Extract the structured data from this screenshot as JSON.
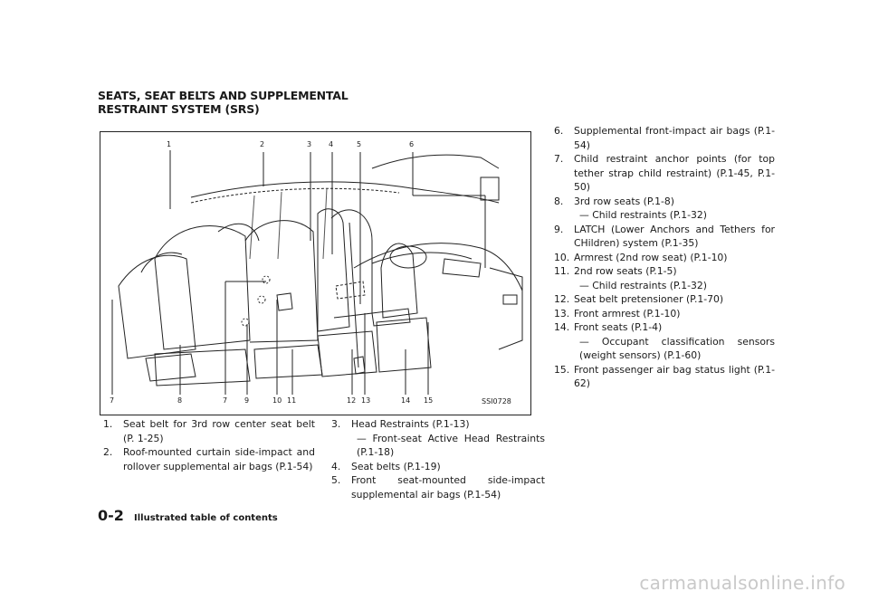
{
  "heading": {
    "line1": "SEATS, SEAT BELTS AND SUPPLEMENTAL",
    "line2": "RESTRAINT SYSTEM (SRS)"
  },
  "figure": {
    "code": "SSI0728",
    "top_callouts": [
      "1",
      "2",
      "3",
      "4",
      "5",
      "6"
    ],
    "bottom_callouts": [
      "7",
      "8",
      "7",
      "9",
      "10",
      "11",
      "12",
      "13",
      "14",
      "15"
    ]
  },
  "list_col1": [
    {
      "num": "1.",
      "text": "Seat belt for 3rd row center seat belt (P. 1-25)"
    },
    {
      "num": "2.",
      "text": "Roof-mounted curtain side-impact and rollover supplemental air bags (P.1-54)"
    }
  ],
  "list_col2": [
    {
      "num": "3.",
      "text": "Head Restraints (P.1-13)",
      "sub": "Front-seat Active Head Restraints (P.1-18)"
    },
    {
      "num": "4.",
      "text": "Seat belts (P.1-19)"
    },
    {
      "num": "5.",
      "text": "Front seat-mounted side-impact supplemental air bags (P.1-54)"
    }
  ],
  "list_col3": [
    {
      "num": "6.",
      "text": "Supplemental front-impact air bags (P.1-54)"
    },
    {
      "num": "7.",
      "text": "Child restraint anchor points (for top tether strap child restraint) (P.1-45, P.1-50)"
    },
    {
      "num": "8.",
      "text": "3rd row seats (P.1-8)",
      "sub": "Child restraints (P.1-32)"
    },
    {
      "num": "9.",
      "text": "LATCH (Lower Anchors and Tethers for CHildren) system (P.1-35)"
    },
    {
      "num": "10.",
      "text": "Armrest (2nd row seat) (P.1-10)"
    },
    {
      "num": "11.",
      "text": "2nd row seats (P.1-5)",
      "sub": "Child restraints (P.1-32)"
    },
    {
      "num": "12.",
      "text": "Seat belt pretensioner (P.1-70)"
    },
    {
      "num": "13.",
      "text": "Front armrest (P.1-10)"
    },
    {
      "num": "14.",
      "text": "Front seats (P.1-4)",
      "sub": "Occupant classification sensors (weight sensors) (P.1-60)"
    },
    {
      "num": "15.",
      "text": "Front passenger air bag status light (P.1-62)"
    }
  ],
  "footer": {
    "page": "0-2",
    "title": "Illustrated table of contents"
  },
  "watermark": "carmanualsonline.info"
}
